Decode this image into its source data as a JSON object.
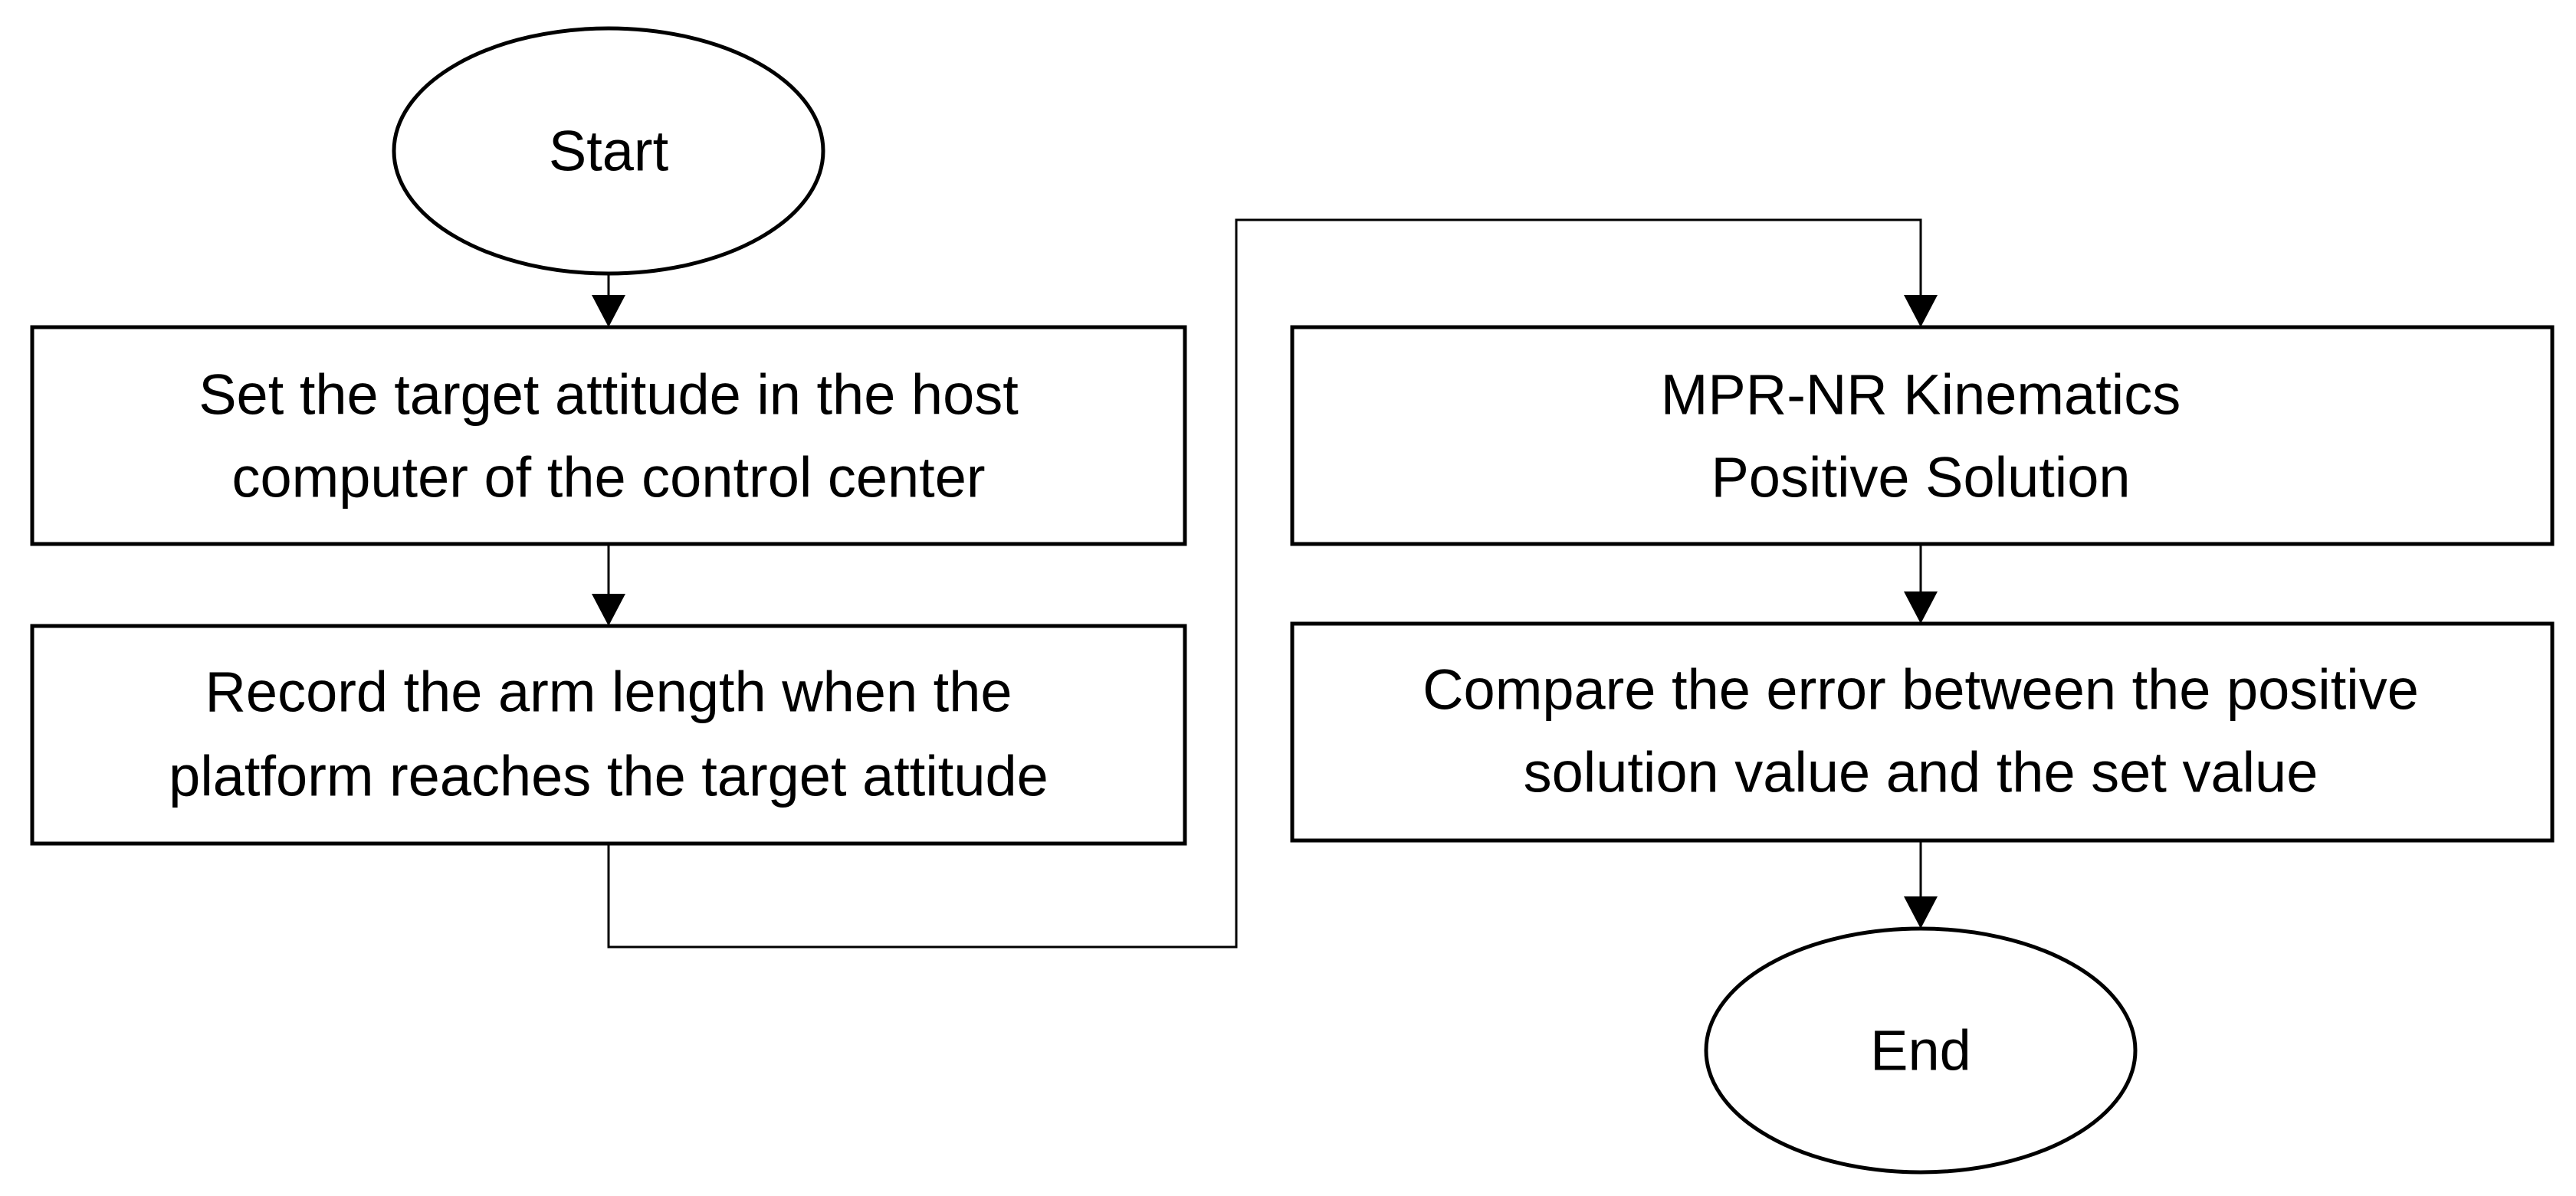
{
  "flowchart": {
    "start": {
      "label": "Start"
    },
    "set_target": {
      "line1": "Set the target attitude in the host",
      "line2": "computer of the control center"
    },
    "record_arm": {
      "line1": "Record the arm length when the",
      "line2": "platform reaches the target attitude"
    },
    "kinematics": {
      "line1": "MPR-NR Kinematics",
      "line2": "Positive Solution"
    },
    "compare": {
      "line1": "Compare the error between the positive",
      "line2": "solution value and the set value"
    },
    "end": {
      "label": "End"
    }
  }
}
